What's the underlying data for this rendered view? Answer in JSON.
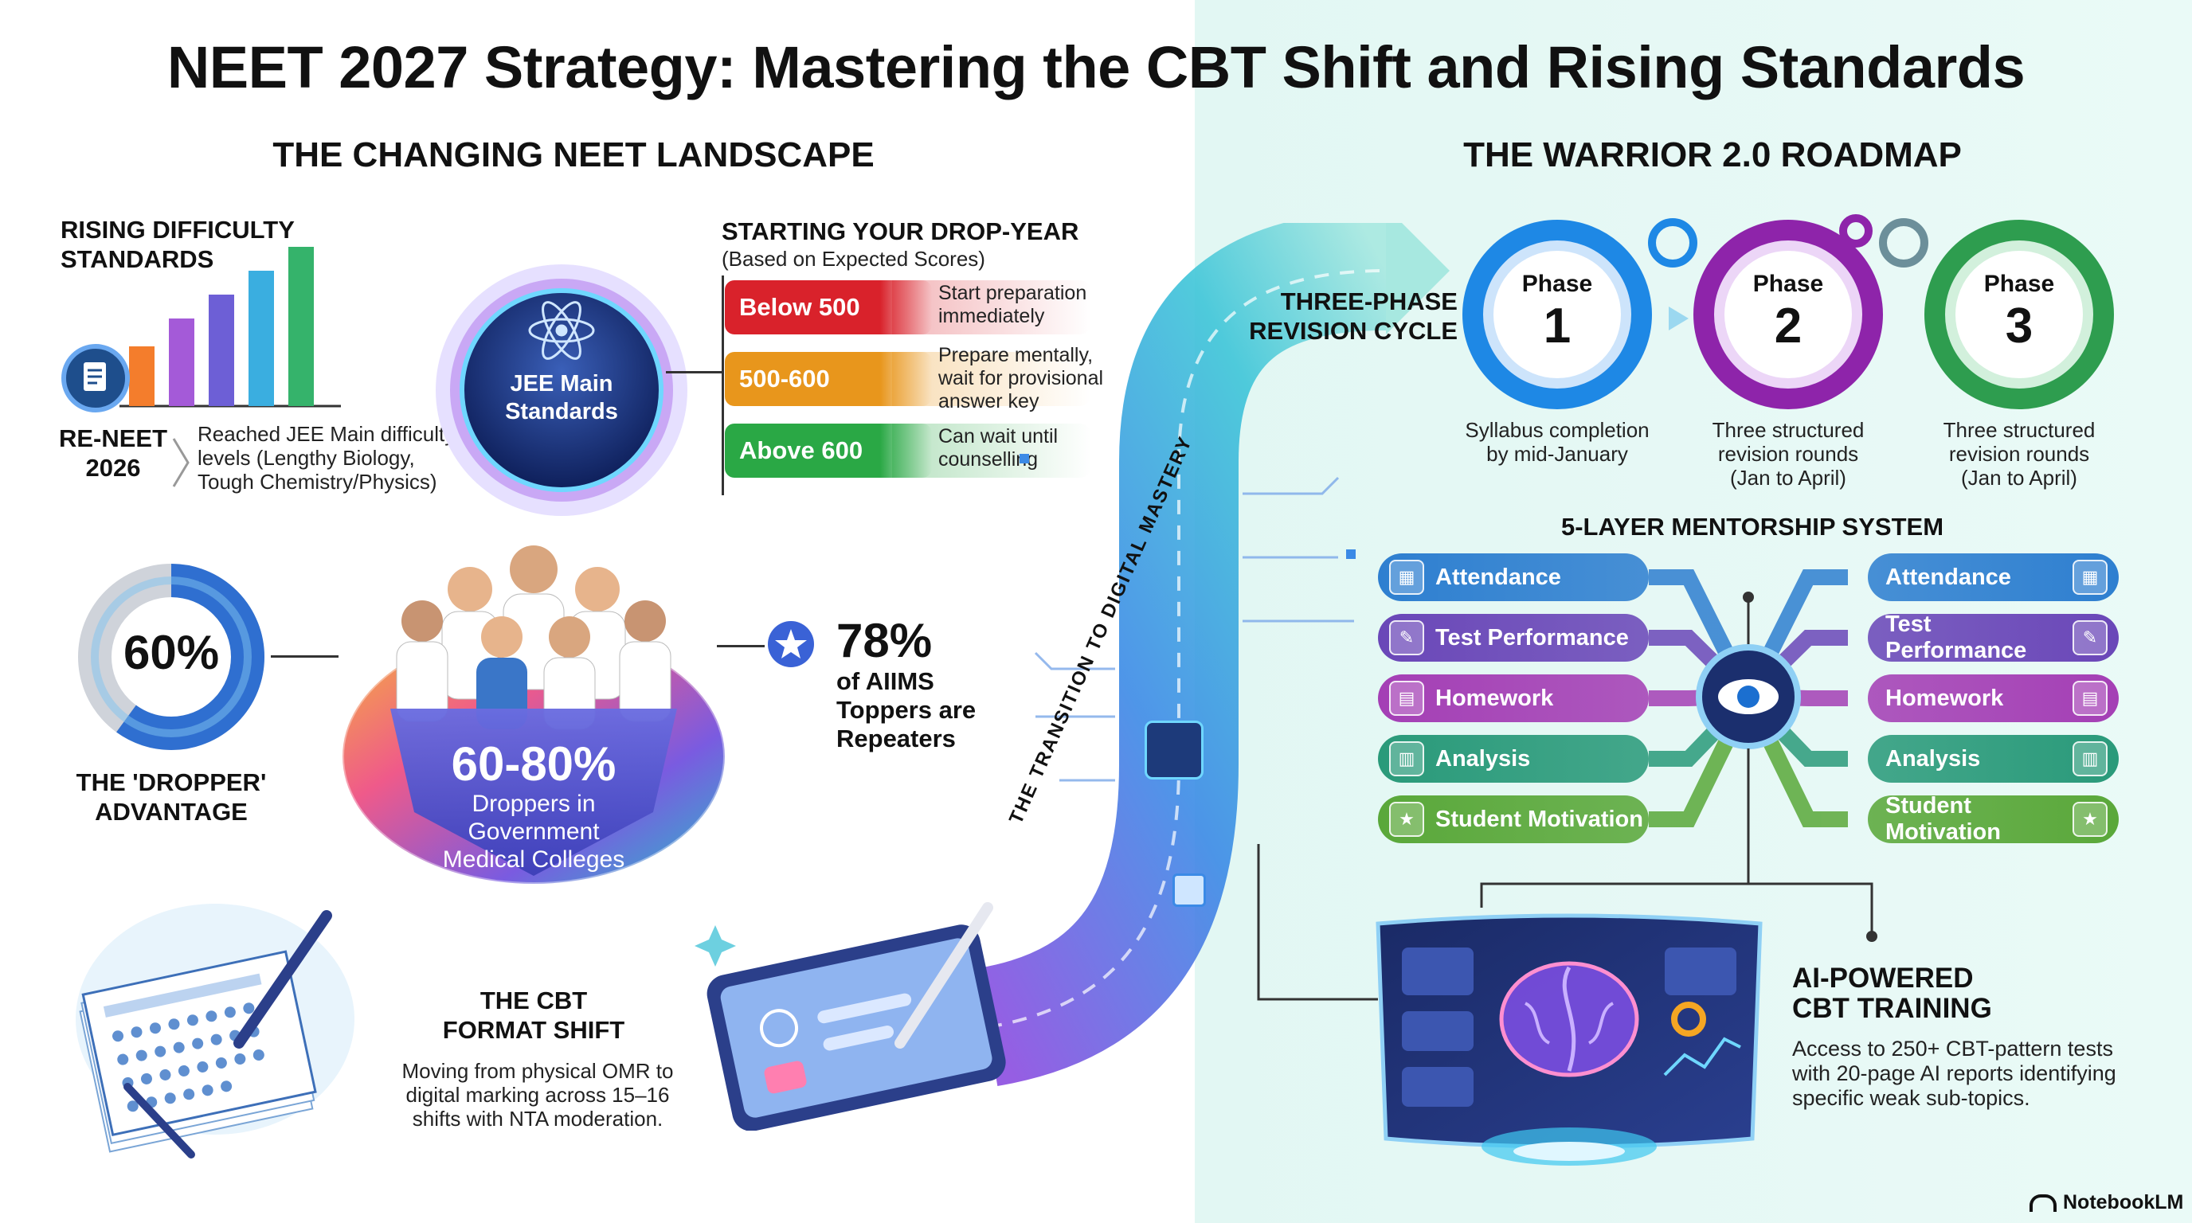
{
  "title": "NEET 2027 Strategy: Mastering the CBT Shift and Rising Standards",
  "left": {
    "heading": "THE CHANGING NEET LANDSCAPE",
    "rising": {
      "label_line1": "RISING DIFFICULTY",
      "label_line2": "STANDARDS"
    },
    "reneet": {
      "line1": "RE-NEET",
      "line2": "2026",
      "desc_line1": "Reached JEE Main difficulty",
      "desc_line2": "levels (Lengthy Biology,",
      "desc_line3": "Tough Chemistry/Physics)"
    },
    "jee_badge": {
      "line1": "JEE Main",
      "line2": "Standards"
    },
    "drop_year": {
      "title": "STARTING YOUR DROP-YEAR",
      "subtitle": "(Based on Expected Scores)",
      "rows": [
        {
          "pill": "Below 500",
          "color": "#d9222b",
          "text_line1": "Start preparation",
          "text_line2": "immediately",
          "text_line3": ""
        },
        {
          "pill": "500-600",
          "color": "#e8961c",
          "text_line1": "Prepare mentally,",
          "text_line2": "wait for provisional",
          "text_line3": "answer key"
        },
        {
          "pill": "Above 600",
          "color": "#2aa845",
          "text_line1": "Can wait until",
          "text_line2": "counselling",
          "text_line3": ""
        }
      ]
    },
    "dropper": {
      "percent": "60%",
      "line1": "THE 'DROPPER'",
      "line2": "ADVANTAGE",
      "donut_fraction": 0.6
    },
    "colleges": {
      "value": "60-80%",
      "line1": "Droppers in",
      "line2": "Government",
      "line3": "Medical Colleges"
    },
    "aiims": {
      "value": "78%",
      "line1": "of AIIMS",
      "line2": "Toppers are",
      "line3": "Repeaters"
    },
    "cbt": {
      "line1": "THE CBT",
      "line2": "FORMAT SHIFT",
      "desc_line1": "Moving from physical OMR to",
      "desc_line2": "digital marking across 15–16",
      "desc_line3": "shifts with NTA moderation."
    }
  },
  "center": {
    "path_label": "THE TRANSITION TO DIGITAL MASTERY"
  },
  "right": {
    "heading": "THE WARRIOR 2.0 ROADMAP",
    "cycle": {
      "line1": "THREE-PHASE",
      "line2": "REVISION CYCLE"
    },
    "phases": [
      {
        "label": "Phase",
        "num": "1",
        "color": "#1e88e5",
        "desc_line1": "Syllabus completion",
        "desc_line2": "by mid-January",
        "desc_line3": ""
      },
      {
        "label": "Phase",
        "num": "2",
        "color": "#8e24aa",
        "desc_line1": "Three structured",
        "desc_line2": "revision rounds",
        "desc_line3": "(Jan to April)"
      },
      {
        "label": "Phase",
        "num": "3",
        "color": "#2e9d4f",
        "desc_line1": "Three structured",
        "desc_line2": "revision rounds",
        "desc_line3": "(Jan to April)"
      }
    ],
    "mentorship": {
      "title": "5-LAYER MENTORSHIP SYSTEM",
      "layers": [
        {
          "label": "Attendance",
          "color": "#2e7fd0",
          "icon": "calendar-icon"
        },
        {
          "label": "Test Performance",
          "color": "#6a47b8",
          "icon": "clipboard-icon"
        },
        {
          "label": "Homework",
          "color": "#a43fb5",
          "icon": "document-icon"
        },
        {
          "label": "Analysis",
          "color": "#2a9a7a",
          "icon": "bar-chart-icon"
        },
        {
          "label": "Student Motivation",
          "color": "#5aa83a",
          "icon": "trophy-icon"
        }
      ]
    },
    "ai": {
      "title_line1": "AI-POWERED",
      "title_line2": "CBT TRAINING",
      "desc_line1": "Access to 250+ CBT-pattern tests",
      "desc_line2": "with 20-page AI reports identifying",
      "desc_line3": "specific weak sub-topics."
    }
  },
  "footer": {
    "brand": "NotebookLM"
  }
}
